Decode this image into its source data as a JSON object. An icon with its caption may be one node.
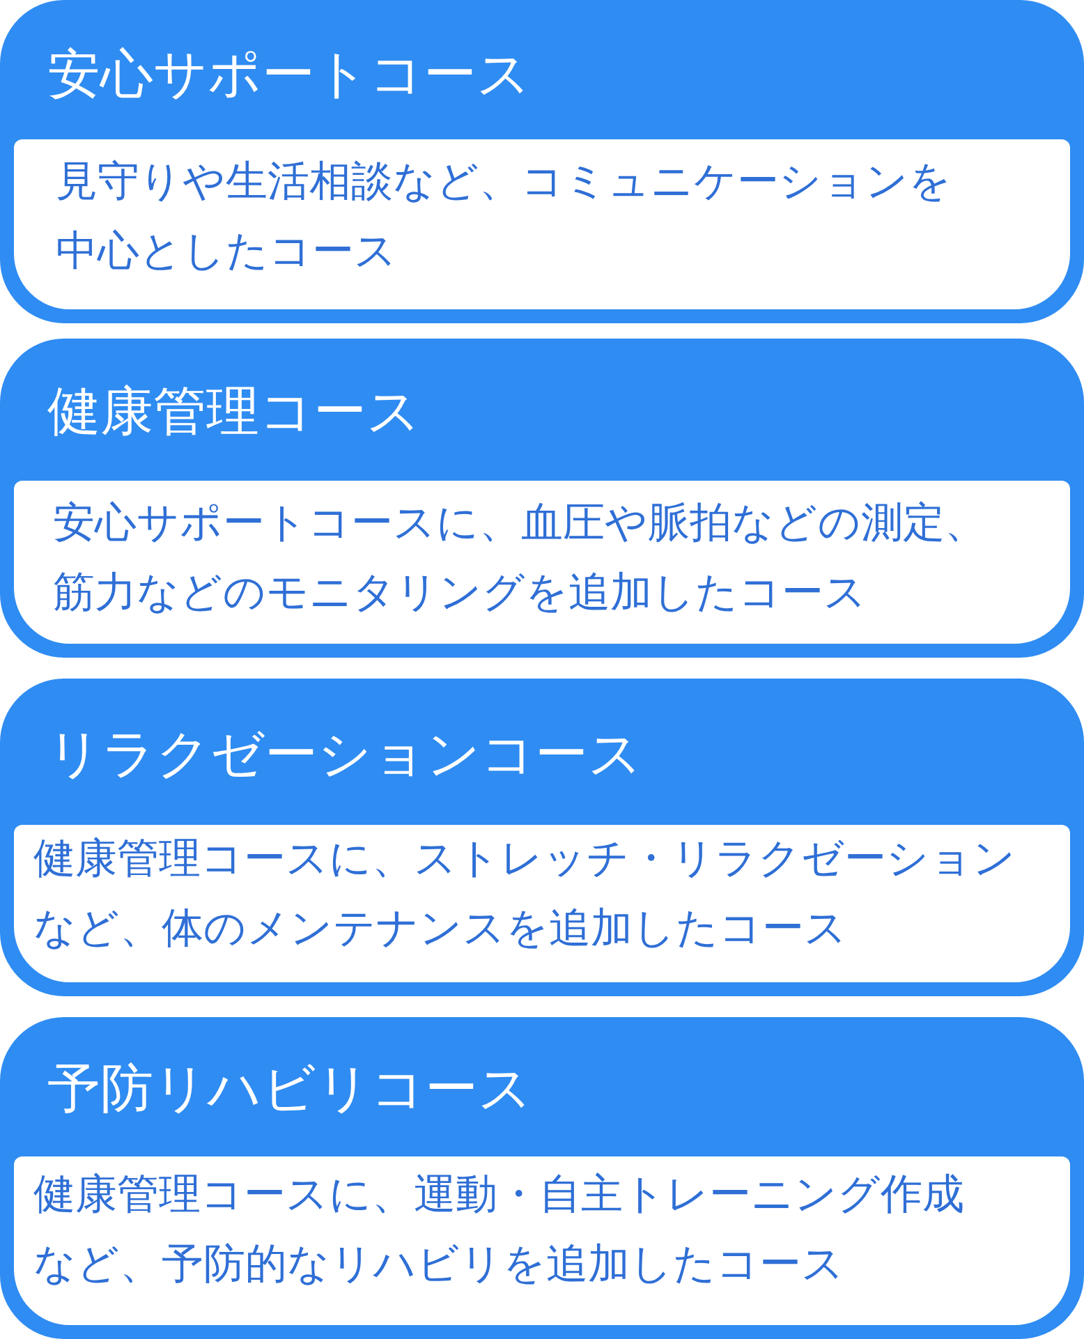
{
  "diagram": {
    "nodes": [
      {
        "text": [
          "安心サポートコース"
        ]
      },
      {
        "text": [
          "見守りや生活相談など、コミュニケーションを中心としたコース"
        ],
        "in": 0
      },
      {
        "text": [
          "健康管理コース"
        ]
      },
      {
        "text": [
          "安心サポートコースに、血圧や脈拍などの測定、筋力などのモニタリングを追加したコース"
        ],
        "in": 2
      },
      {
        "text": [
          "リラクゼーションコース"
        ]
      },
      {
        "text": [
          "健康管理コースに、ストレッチ・リラクゼーションなど、体のメンテナンスを追加したコース"
        ],
        "in": 4
      },
      {
        "text": [
          "予防リハビリコース"
        ]
      },
      {
        "text": [
          "健康管理コースに、運動・自主トレーニング作成など、予防的なリハビリを追加したコース"
        ],
        "in": 6
      }
    ]
  }
}
